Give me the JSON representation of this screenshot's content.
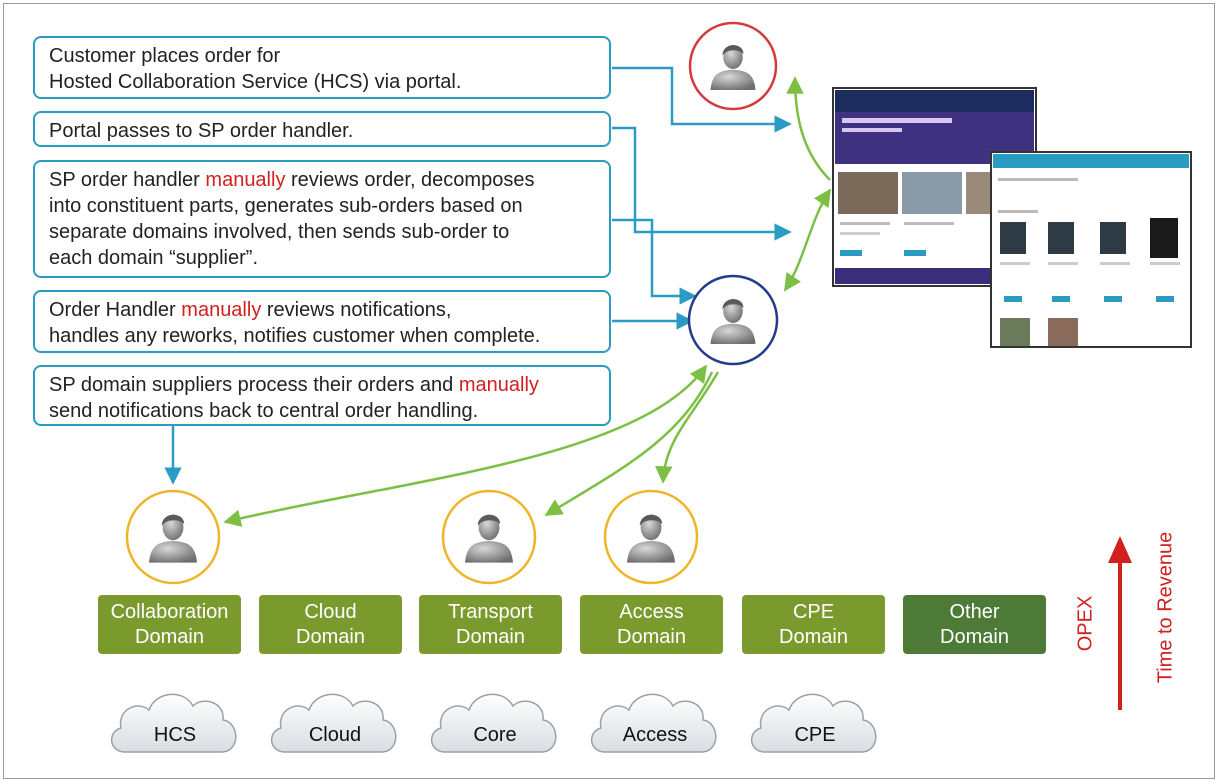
{
  "steps": [
    {
      "lines": [
        [
          "Customer places order for"
        ],
        [
          "Hosted Collaboration Service (HCS) via portal."
        ]
      ]
    },
    {
      "lines": [
        [
          "Portal passes to SP order handler."
        ]
      ]
    },
    {
      "lines": [
        [
          "SP order handler ",
          {
            "hl": "manually"
          },
          " reviews order, decomposes"
        ],
        [
          "into constituent parts, generates sub-orders based on"
        ],
        [
          "separate domains involved, then sends sub-order to"
        ],
        [
          "each domain “supplier”."
        ]
      ]
    },
    {
      "lines": [
        [
          "Order Handler ",
          {
            "hl": "manually"
          },
          " reviews notifications,"
        ],
        [
          "handles any reworks, notifies customer when complete."
        ]
      ]
    },
    {
      "lines": [
        [
          "SP domain suppliers process their orders and ",
          {
            "hl": "manually"
          }
        ],
        [
          "send notifications back to central order handling."
        ]
      ]
    }
  ],
  "domains": [
    {
      "line1": "Collaboration",
      "line2": "Domain"
    },
    {
      "line1": "Cloud",
      "line2": "Domain"
    },
    {
      "line1": "Transport",
      "line2": "Domain"
    },
    {
      "line1": "Access",
      "line2": "Domain"
    },
    {
      "line1": "CPE",
      "line2": "Domain"
    },
    {
      "line1": "Other",
      "line2": "Domain"
    }
  ],
  "clouds": [
    "HCS",
    "Cloud",
    "Core",
    "Access",
    "CPE"
  ],
  "side": {
    "opex": "OPEX",
    "time": "Time to Revenue"
  },
  "colors": {
    "flow_blue": "#2a9bc2",
    "feedback_green": "#7cc043",
    "highlight_red": "#d21f1f",
    "customer_ring": "#d43a3a",
    "handler_ring": "#233b8a",
    "supplier_ring": "#f0b429",
    "domain_green": "#7b9a2e",
    "domain_dark": "#4d7b37"
  }
}
